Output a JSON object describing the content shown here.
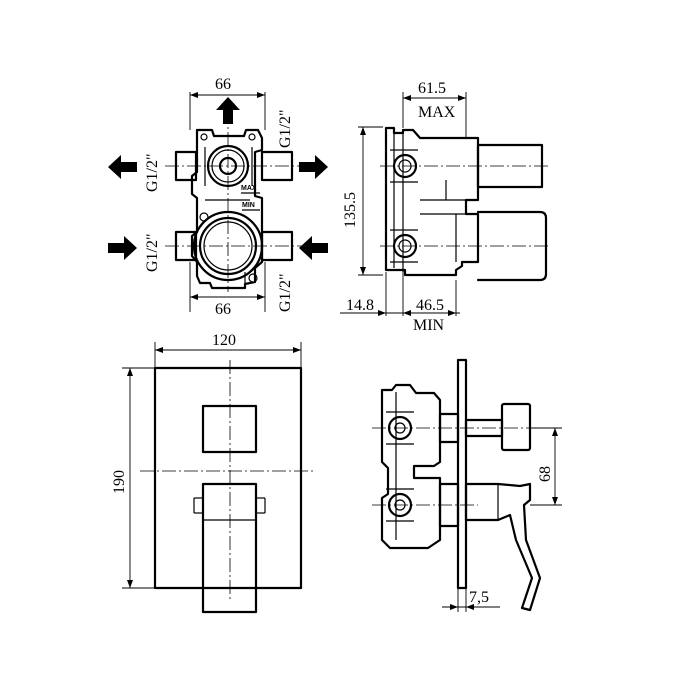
{
  "top_view": {
    "width_top": "66",
    "width_bottom": "66",
    "thread_upper_left": "G1/2\"",
    "thread_upper_right": "G1/2\"",
    "thread_lower_left": "G1/2\"",
    "thread_lower_right": "G1/2\"",
    "marking_max": "MAX",
    "marking_min": "MIN"
  },
  "side_view": {
    "depth": "61.5",
    "depth_max_label": "MAX",
    "height": "135.5",
    "offset": "14.8",
    "min_depth": "46.5",
    "min_depth_label": "MIN"
  },
  "front_view": {
    "plate_width": "120",
    "plate_height": "190"
  },
  "assembly_view": {
    "spout_spacing": "68",
    "plate_thickness": "7,5"
  }
}
